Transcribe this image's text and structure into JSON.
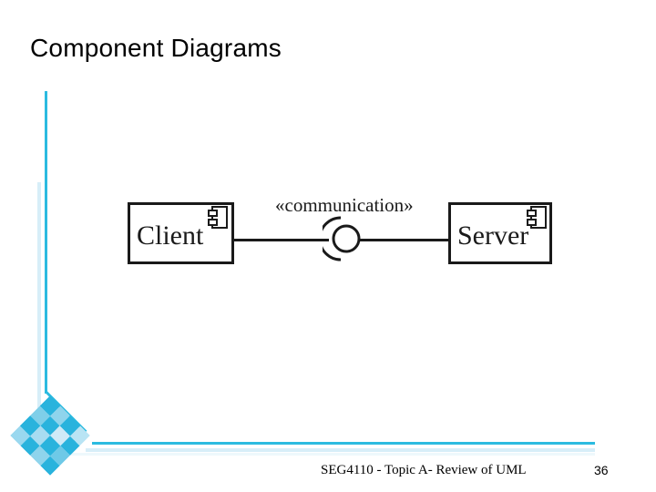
{
  "slide": {
    "title": "Component Diagrams",
    "page_number": "36",
    "footer": "SEG4110 - Topic A-  Review of UML"
  },
  "theme": {
    "accent_cyan": "#2bbbe0",
    "accent_pale": "#d7eef8",
    "accent_faint": "#eef8fc",
    "diagram_stroke": "#1a1a1a",
    "background": "#ffffff"
  },
  "diagram": {
    "type": "uml-component-diagram",
    "components": [
      {
        "name": "Client",
        "icon": "uml-component-icon"
      },
      {
        "name": "Server",
        "icon": "uml-component-icon"
      }
    ],
    "connector": {
      "kind": "assembly-ball-and-socket",
      "stereotype": "«communication»"
    }
  },
  "decoration": {
    "diamond": {
      "name": "checkered-diamond",
      "colors": [
        "#29b3dd",
        "#8fd4ec",
        "#29b3dd",
        "#b9e4f4",
        "#7fcfe9",
        "#29b3dd",
        "#cfeaf7",
        "#29b3dd",
        "#29b3dd",
        "#a8dcf1",
        "#29b3dd",
        "#6ec9e7",
        "#9ad8ef",
        "#29b3dd",
        "#8fd4ec",
        "#29b3dd"
      ]
    }
  }
}
